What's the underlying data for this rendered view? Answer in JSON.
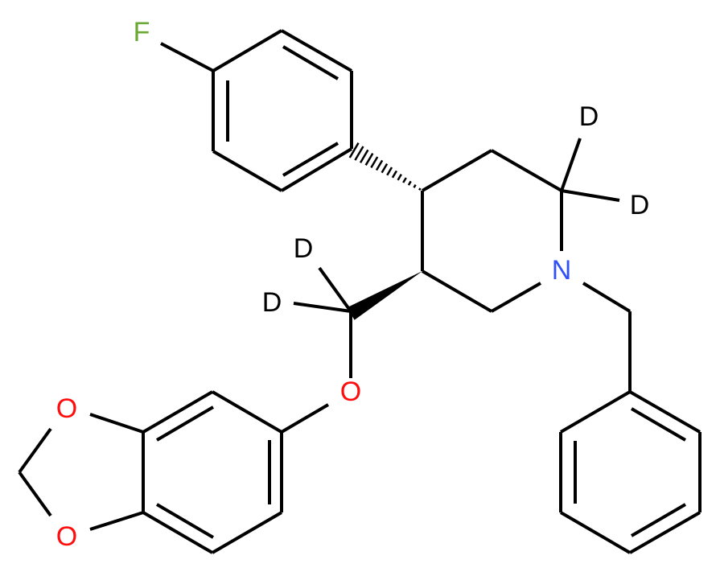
{
  "atoms": {
    "fluorine": {
      "text": "F",
      "color": "#6aa834"
    },
    "nitrogen": {
      "text": "N",
      "color": "#3050f8"
    },
    "ether_oxygen": {
      "text": "O",
      "color": "#ff0d0d"
    },
    "dioxole_oxygen_top": {
      "text": "O",
      "color": "#ff0d0d"
    },
    "dioxole_oxygen_bottom": {
      "text": "O",
      "color": "#ff0d0d"
    },
    "deuterium_ring_1": {
      "text": "D",
      "color": "#000000"
    },
    "deuterium_ring_2": {
      "text": "D",
      "color": "#000000"
    },
    "deuterium_methylene_1": {
      "text": "D",
      "color": "#000000"
    },
    "deuterium_methylene_2": {
      "text": "D",
      "color": "#000000"
    }
  }
}
